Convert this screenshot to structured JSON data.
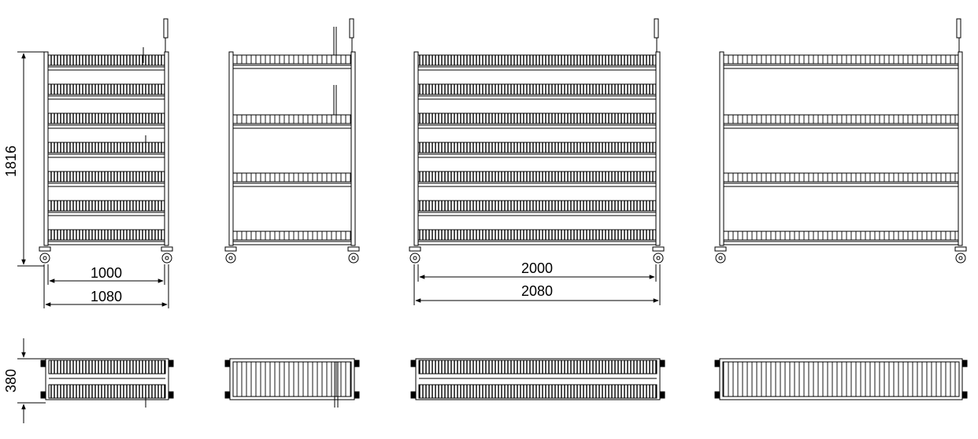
{
  "drawing": {
    "type": "orthographic views of shelving trolleys",
    "line_color": "#000000",
    "background": "#ffffff"
  },
  "dimensions": {
    "height": "1816",
    "depth": "380",
    "small_inner_width": "1000",
    "small_outer_width": "1080",
    "large_inner_width": "2000",
    "large_outer_width": "2080"
  },
  "views": [
    {
      "id": "front-narrow"
    },
    {
      "id": "side-narrow"
    },
    {
      "id": "front-wide"
    },
    {
      "id": "side-wide"
    }
  ]
}
